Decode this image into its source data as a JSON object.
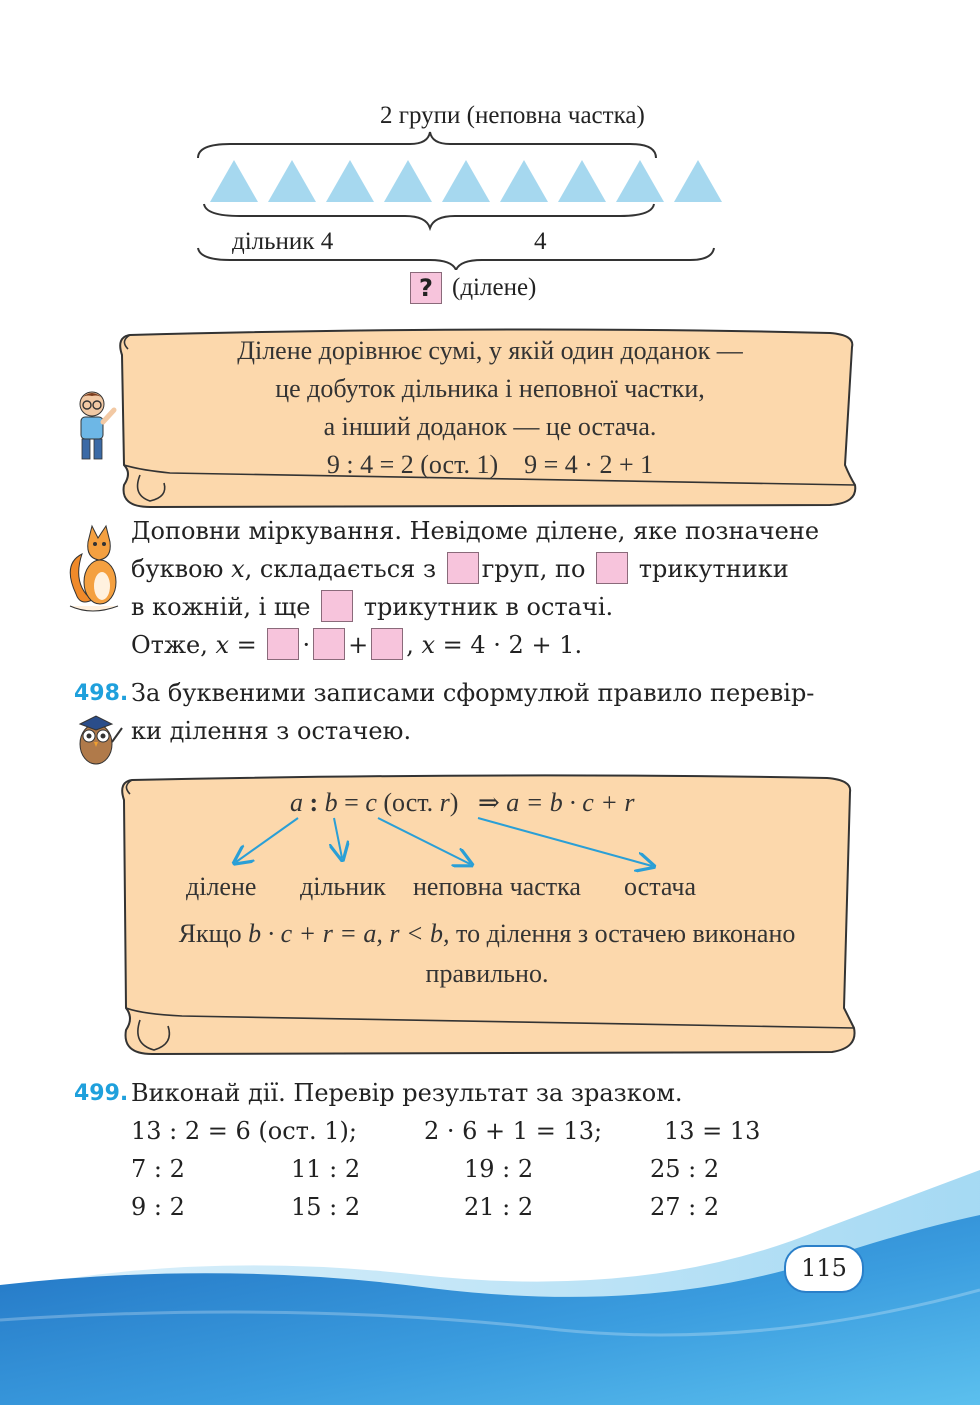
{
  "diagram": {
    "top_label": "2 групи (неповна частка)",
    "divisor_label": "дільник 4",
    "second_label": "4",
    "question_mark": "?",
    "dividend_label": "(ділене)",
    "triangle_count": 9,
    "triangle_color": "#a6d8ef"
  },
  "scroll1": {
    "lines": [
      "Ділене дорівнює сумі, у якій один доданок —",
      "це добуток дільника і неповної частки,",
      "а інший доданок — це остача.",
      "9 : 4 = 2 (ост. 1)    9 = 4 · 2 + 1"
    ],
    "color": "#fcd8ac"
  },
  "task_fox": {
    "line1": "Доповни міркування. Невідоме ділене, яке позначене",
    "line2_a": "буквою ",
    "line2_var": "x",
    "line2_b": ", складається з",
    "line2_c": "груп, по",
    "line2_d": "трикутники",
    "line3_a": "в кожній, і ще",
    "line3_b": "трикутник в остачі.",
    "line4_a": "Отже, ",
    "line4_var": "x",
    "line4_eq": " =",
    "line4_dot": "·",
    "line4_plus": "+",
    "line4_comma": ",",
    "line4_var2": "x",
    "line4_result": " = 4 · 2 + 1."
  },
  "task498": {
    "number": "498.",
    "line1": "За буквеними записами сформулюй правило перевір-",
    "line2": "ки ділення з остачею."
  },
  "scroll2": {
    "formula_a": "a",
    "formula_colon": " : ",
    "formula_b": "b",
    "formula_eq": " = ",
    "formula_c": "c",
    "formula_rest": " (ост. ",
    "formula_r": "r",
    "formula_close": ")",
    "formula_implies": "⇒ a = b · c + r",
    "labels": [
      "ділене",
      "дільник",
      "неповна частка",
      "остача"
    ],
    "rule_line1_a": "Якщо ",
    "rule_line1_expr": "b · c + r = a, r < b,",
    "rule_line1_b": " то ділення з остачею виконано",
    "rule_line2": "правильно.",
    "arrow_color": "#2a9fd6"
  },
  "task499": {
    "number": "499.",
    "title": "Виконай дії. Перевір результат за зразком.",
    "example": [
      "13 : 2 = 6 (ост. 1);",
      "2 · 6 + 1 = 13;",
      "13 = 13"
    ],
    "row1": [
      "7 : 2",
      "11 : 2",
      "19 : 2",
      "25 : 2"
    ],
    "row2": [
      "9 : 2",
      "15 : 2",
      "21 : 2",
      "27 : 2"
    ]
  },
  "page_number": "115",
  "colors": {
    "accent_blue": "#1fa0dc",
    "wave_dark": "#2a7fc9",
    "wave_light": "#7fc8ec"
  }
}
